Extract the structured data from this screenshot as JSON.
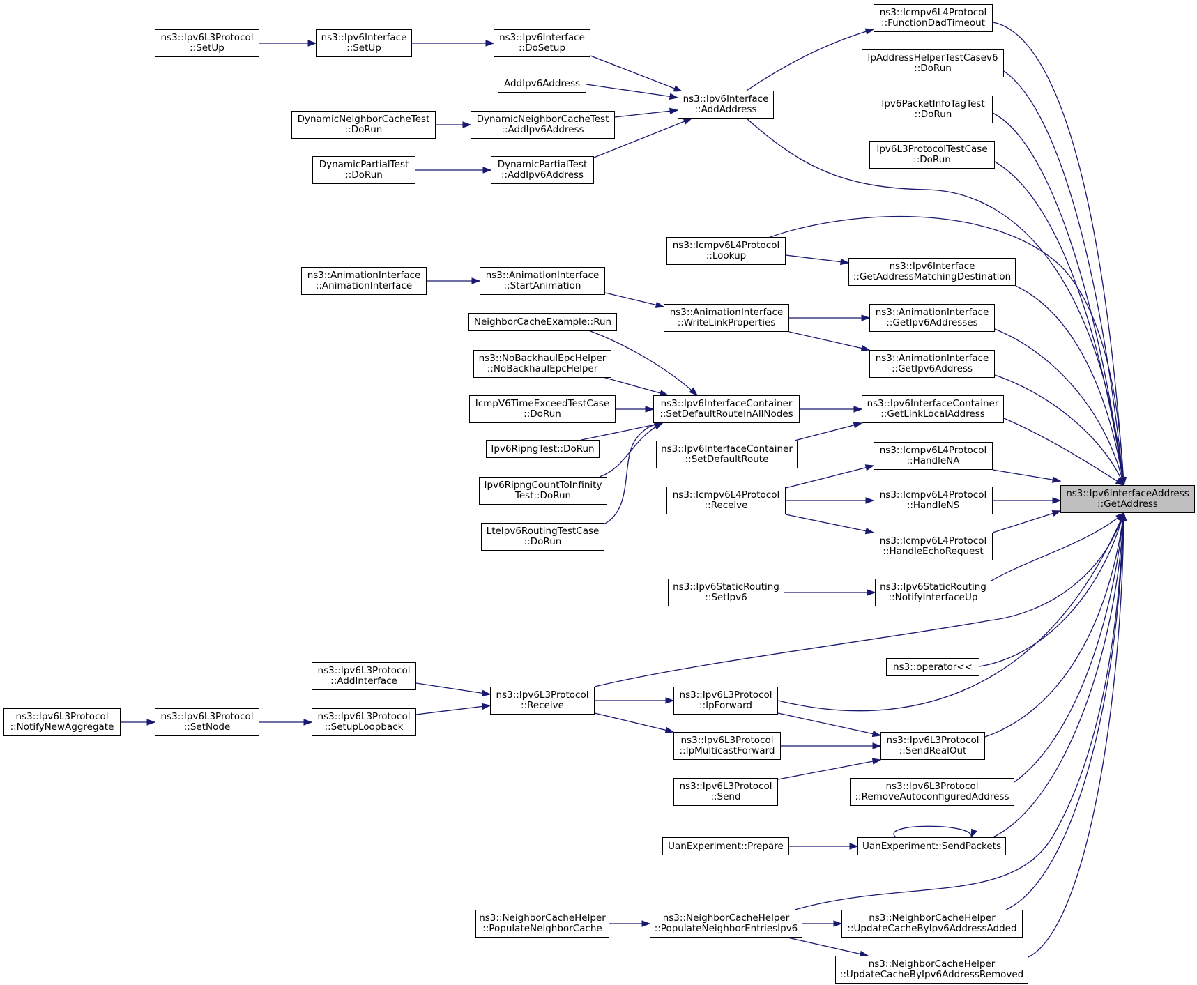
{
  "colors": {
    "edge": "#191970",
    "focus_fill": "#bfbfbf",
    "node_border": "#000000"
  },
  "nodes": {
    "target": [
      "ns3::Ipv6InterfaceAddress",
      "::GetAddress"
    ],
    "fdt": [
      "ns3::Icmpv6L4Protocol",
      "::FunctionDadTimeout"
    ],
    "iahtc": [
      "IpAddressHelperTestCasev6",
      "::DoRun"
    ],
    "ipitt": [
      "Ipv6PacketInfoTagTest",
      "::DoRun"
    ],
    "ipv6l3ptc": [
      "Ipv6L3ProtocolTestCase",
      "::DoRun"
    ],
    "l3setup": [
      "ns3::Ipv6L3Protocol",
      "::SetUp"
    ],
    "ifsetup": [
      "ns3::Ipv6Interface",
      "::SetUp"
    ],
    "dosetup": [
      "ns3::Ipv6Interface",
      "::DoSetup"
    ],
    "addipv6": [
      "AddIpv6Address"
    ],
    "dncrun": [
      "DynamicNeighborCacheTest",
      "::DoRun"
    ],
    "dncadd": [
      "DynamicNeighborCacheTest",
      "::AddIpv6Address"
    ],
    "dprun": [
      "DynamicPartialTest",
      "::DoRun"
    ],
    "dpadd": [
      "DynamicPartialTest",
      "::AddIpv6Address"
    ],
    "addaddr": [
      "ns3::Ipv6Interface",
      "::AddAddress"
    ],
    "lookup": [
      "ns3::Icmpv6L4Protocol",
      "::Lookup"
    ],
    "gamd": [
      "ns3::Ipv6Interface",
      "::GetAddressMatchingDestination"
    ],
    "aictor": [
      "ns3::AnimationInterface",
      "::AnimationInterface"
    ],
    "startanim": [
      "ns3::AnimationInterface",
      "::StartAnimation"
    ],
    "wlp": [
      "ns3::AnimationInterface",
      "::WriteLinkProperties"
    ],
    "getaddrs": [
      "ns3::AnimationInterface",
      "::GetIpv6Addresses"
    ],
    "getaddr": [
      "ns3::AnimationInterface",
      "::GetIpv6Address"
    ],
    "ncerun": [
      "NeighborCacheExample::Run"
    ],
    "nbeh": [
      "ns3::NoBackhaulEpcHelper",
      "::NoBackhaulEpcHelper"
    ],
    "icmpte": [
      "IcmpV6TimeExceedTestCase",
      "::DoRun"
    ],
    "riprun": [
      "Ipv6RipngTest::DoRun"
    ],
    "ripcti": [
      "Ipv6RipngCountToInfinity",
      "Test::DoRun"
    ],
    "lterun": [
      "LteIpv6RoutingTestCase",
      "::DoRun"
    ],
    "sdrain": [
      "ns3::Ipv6InterfaceContainer",
      "::SetDefaultRouteInAllNodes"
    ],
    "sdr": [
      "ns3::Ipv6InterfaceContainer",
      "::SetDefaultRoute"
    ],
    "glla": [
      "ns3::Ipv6InterfaceContainer",
      "::GetLinkLocalAddress"
    ],
    "handlena": [
      "ns3::Icmpv6L4Protocol",
      "::HandleNA"
    ],
    "icmprecv": [
      "ns3::Icmpv6L4Protocol",
      "::Receive"
    ],
    "handlens": [
      "ns3::Icmpv6L4Protocol",
      "::HandleNS"
    ],
    "handleecho": [
      "ns3::Icmpv6L4Protocol",
      "::HandleEchoRequest"
    ],
    "setipv6": [
      "ns3::Ipv6StaticRouting",
      "::SetIpv6"
    ],
    "niu": [
      "ns3::Ipv6StaticRouting",
      "::NotifyInterfaceUp"
    ],
    "oplt": [
      "ns3::operator<<"
    ],
    "addif": [
      "ns3::Ipv6L3Protocol",
      "::AddInterface"
    ],
    "l3recv": [
      "ns3::Ipv6L3Protocol",
      "::Receive"
    ],
    "ipfwd": [
      "ns3::Ipv6L3Protocol",
      "::IpForward"
    ],
    "nna": [
      "ns3::Ipv6L3Protocol",
      "::NotifyNewAggregate"
    ],
    "setnode": [
      "ns3::Ipv6L3Protocol",
      "::SetNode"
    ],
    "setuplb": [
      "ns3::Ipv6L3Protocol",
      "::SetupLoopback"
    ],
    "ipmfwd": [
      "ns3::Ipv6L3Protocol",
      "::IpMulticastForward"
    ],
    "sro": [
      "ns3::Ipv6L3Protocol",
      "::SendRealOut"
    ],
    "l3send": [
      "ns3::Ipv6L3Protocol",
      "::Send"
    ],
    "raa": [
      "ns3::Ipv6L3Protocol",
      "::RemoveAutoconfiguredAddress"
    ],
    "uanprep": [
      "UanExperiment::Prepare"
    ],
    "uansend": [
      "UanExperiment::SendPackets"
    ],
    "pnc": [
      "ns3::NeighborCacheHelper",
      "::PopulateNeighborCache"
    ],
    "pne": [
      "ns3::NeighborCacheHelper",
      "::PopulateNeighborEntriesIpv6"
    ],
    "ucaa": [
      "ns3::NeighborCacheHelper",
      "::UpdateCacheByIpv6AddressAdded"
    ],
    "ucar": [
      "ns3::NeighborCacheHelper",
      "::UpdateCacheByIpv6AddressRemoved"
    ]
  }
}
